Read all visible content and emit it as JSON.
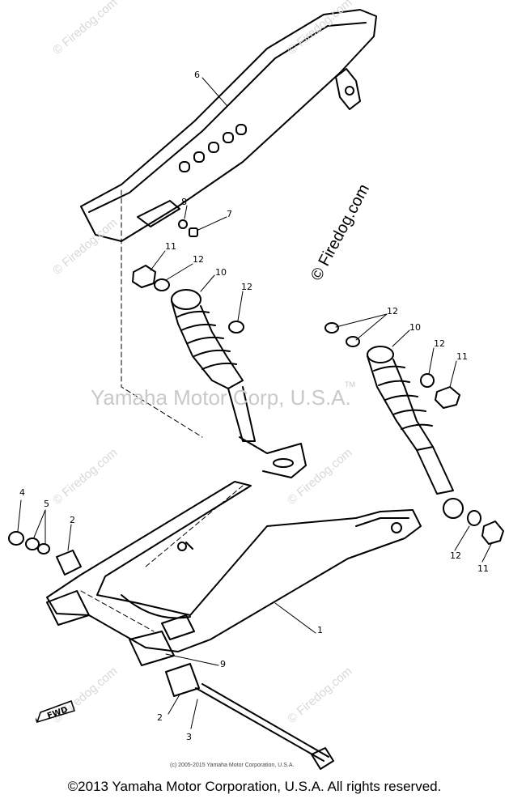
{
  "watermark_small": "© Firedog.com",
  "watermark_large": "© Firedog.com",
  "watermark_center": "Yamaha Motor Corp, U.S.A.",
  "watermark_tm": "TM",
  "small_copyright": "(c) 2005-2015 Yamaha Motor Corporation, U.S.A.",
  "footer": "©2013 Yamaha Motor Corporation, U.S.A. All rights reserved.",
  "fwd_label": "FWD",
  "callouts": [
    "6",
    "8",
    "7",
    "11",
    "12",
    "10",
    "12",
    "12",
    "10",
    "12",
    "11",
    "4",
    "5",
    "2",
    "1",
    "9",
    "12",
    "11",
    "2",
    "3"
  ]
}
